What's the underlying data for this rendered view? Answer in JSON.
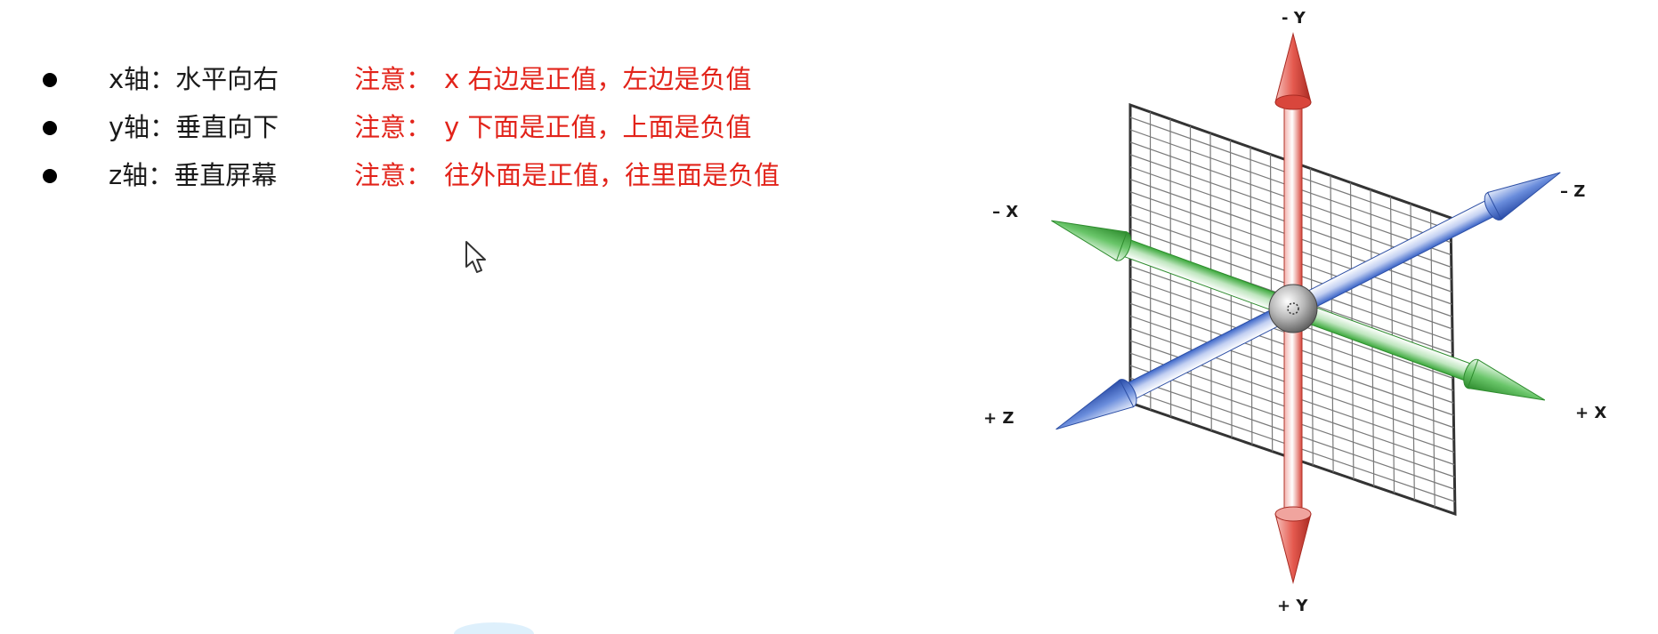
{
  "bullets": [
    {
      "axis": "x轴：水平向右",
      "note_label": "注意：",
      "note_text": "x 右边是正值，左边是负值"
    },
    {
      "axis": "y轴：垂直向下",
      "note_label": "注意：",
      "note_text": "y 下面是正值，上面是负值"
    },
    {
      "axis": "z轴：垂直屏幕",
      "note_label": "注意：",
      "note_text": "往外面是正值，往里面是负值"
    }
  ],
  "diagram": {
    "labels": {
      "neg_y": "- Y",
      "pos_y": "+ Y",
      "neg_x": "– X",
      "pos_x": "+ X",
      "neg_z": "– Z",
      "pos_z": "+ Z"
    },
    "colors": {
      "x_axis": "#3aa83a",
      "y_axis": "#e0443a",
      "z_axis": "#3a64c8",
      "grid": "#6b6b6b",
      "note": "#e2231a"
    }
  }
}
